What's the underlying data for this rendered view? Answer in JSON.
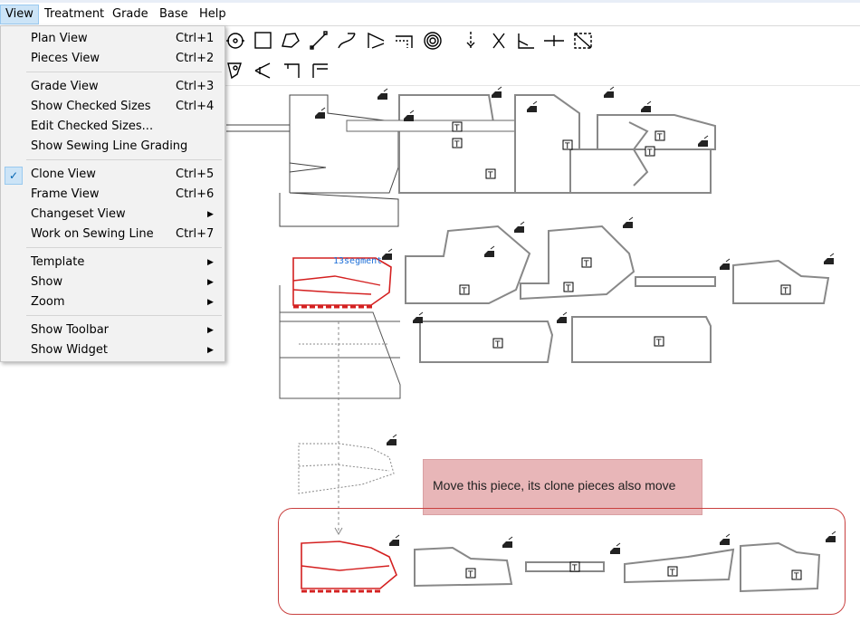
{
  "menubar": {
    "items": [
      {
        "label": "View",
        "active": true
      },
      {
        "label": "Treatment"
      },
      {
        "label": "Grade"
      },
      {
        "label": "Base"
      },
      {
        "label": "Help"
      }
    ]
  },
  "view_menu": {
    "items": [
      {
        "label": "Plan View",
        "shortcut": "Ctrl+1"
      },
      {
        "label": "Pieces View",
        "shortcut": "Ctrl+2"
      },
      {
        "label": "Grade View",
        "shortcut": "Ctrl+3"
      },
      {
        "label": "Show Checked Sizes",
        "shortcut": "Ctrl+4"
      },
      {
        "label": "Edit Checked Sizes...",
        "shortcut": ""
      },
      {
        "label": "Show Sewing Line Grading",
        "shortcut": ""
      },
      {
        "label": "Clone View",
        "shortcut": "Ctrl+5",
        "checked": true
      },
      {
        "label": "Frame View",
        "shortcut": "Ctrl+6"
      },
      {
        "label": "Changeset View",
        "shortcut": "",
        "submenu": true
      },
      {
        "label": "Work on Sewing Line",
        "shortcut": "Ctrl+7"
      },
      {
        "label": "Template",
        "shortcut": "",
        "submenu": true
      },
      {
        "label": "Show",
        "shortcut": "",
        "submenu": true
      },
      {
        "label": "Zoom",
        "shortcut": "",
        "submenu": true
      },
      {
        "label": "Show Toolbar",
        "shortcut": "",
        "submenu": true
      },
      {
        "label": "Show Widget",
        "shortcut": "",
        "submenu": true
      }
    ]
  },
  "canvas": {
    "selected_label": "13segment",
    "note": "Move this piece, its clone pieces also move"
  },
  "colors": {
    "accent": "#cce4f7",
    "selected_piece": "#d42020",
    "clone_box": "#c9403f",
    "note_bg": "#e8b6b8"
  }
}
